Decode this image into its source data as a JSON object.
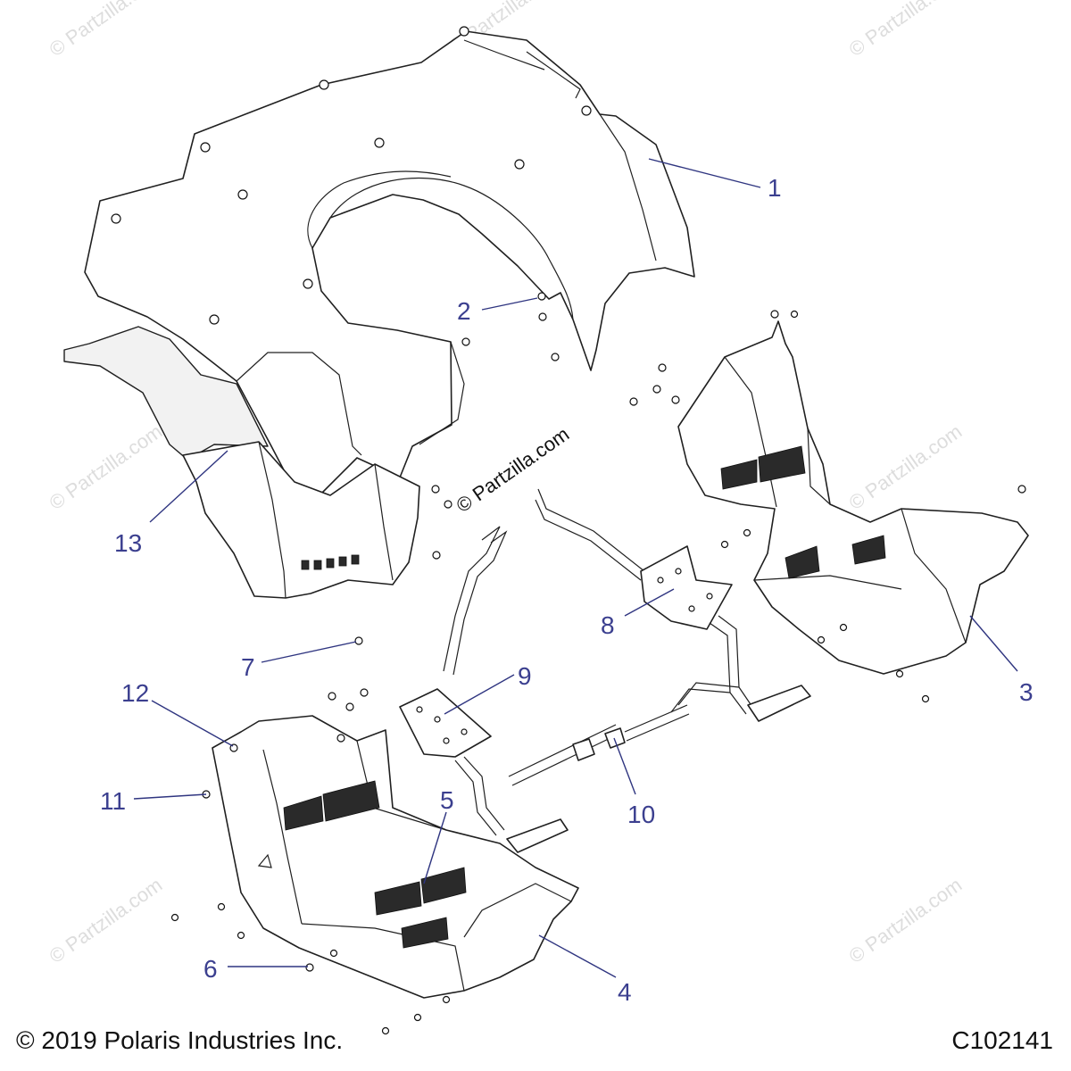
{
  "diagram": {
    "watermark": "© Partzilla.com",
    "callouts": {
      "c1": "1",
      "c2": "2",
      "c3": "3",
      "c4": "4",
      "c5": "5",
      "c6": "6",
      "c7": "7",
      "c8": "8",
      "c9": "9",
      "c10": "10",
      "c11": "11",
      "c12": "12",
      "c13": "13"
    },
    "colors": {
      "callout": "#3b3f8f",
      "watermark": "#dddddd",
      "line": "#202020"
    }
  },
  "footer": {
    "copyright": "© 2019 Polaris Industries Inc.",
    "diagram_code": "C102141"
  }
}
